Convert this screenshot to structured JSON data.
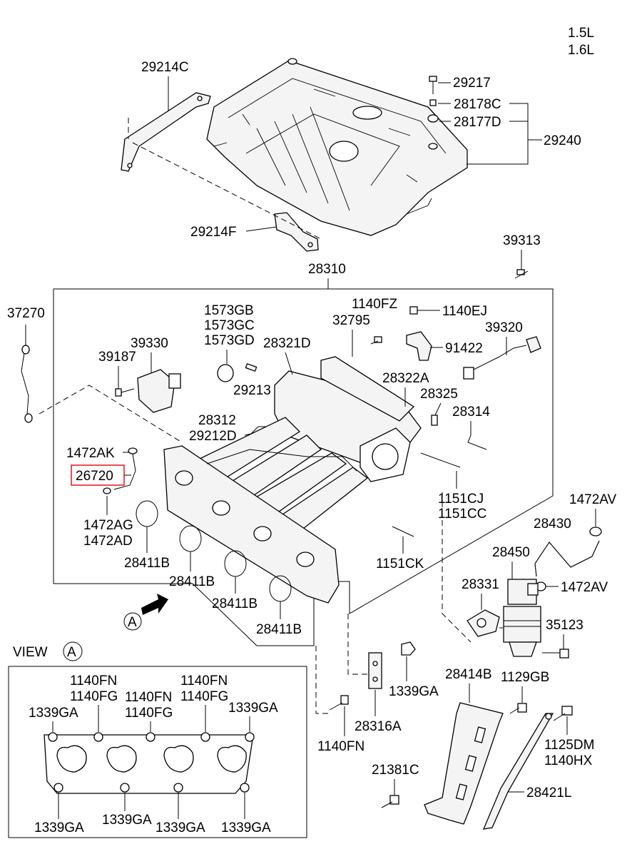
{
  "engine": [
    "1.5L",
    "1.6L"
  ],
  "highlight_color": "#e8101a",
  "view_title": "VIEW",
  "view_letter": "A",
  "arrow_letter": "A",
  "labels": {
    "l29214C": "29214C",
    "l29217": "29217",
    "l28178C": "28178C",
    "l28177D": "28177D",
    "l29240": "29240",
    "l29214F": "29214F",
    "l39313": "39313",
    "l28310": "28310",
    "l37270": "37270",
    "l1573GB": "1573GB",
    "l1573GC": "1573GC",
    "l1573GD": "1573GD",
    "l1140FZ": "1140FZ",
    "l1140EJ": "1140EJ",
    "l32795": "32795",
    "l39330": "39330",
    "l28321D": "28321D",
    "l91422": "91422",
    "l39320": "39320",
    "l39187": "39187",
    "l28322A": "28322A",
    "l29213": "29213",
    "l28325": "28325",
    "l28312": "28312",
    "l29212D": "29212D",
    "l28314": "28314",
    "l1472AK": "1472AK",
    "l26720": "26720",
    "l1151CJ": "1151CJ",
    "l1151CC": "1151CC",
    "l1472AV_a": "1472AV",
    "l1472AG": "1472AG",
    "l1472AD": "1472AD",
    "l28430": "28430",
    "l28411B_1": "28411B",
    "l28450": "28450",
    "l28411B_2": "28411B",
    "l1151CK": "1151CK",
    "l28331": "28331",
    "l1472AV_b": "1472AV",
    "l28411B_3": "28411B",
    "l35123": "35123",
    "l28411B_4": "28411B",
    "l1339GA_mid": "1339GA",
    "l28414B": "28414B",
    "l1129GB": "1129GB",
    "l28316A": "28316A",
    "l1140FN_mid": "1140FN",
    "l1125DM": "1125DM",
    "l1140HX": "1140HX",
    "l21381C": "21381C",
    "l28421L": "28421L"
  },
  "view_labels": {
    "v1140FN_a": "1140FN",
    "v1140FG_a": "1140FG",
    "v1140FN_b": "1140FN",
    "v1140FG_b": "1140FG",
    "v1140FN_c": "1140FN",
    "v1140FG_c": "1140FG",
    "v1339GA_tl": "1339GA",
    "v1339GA_tr": "1339GA",
    "v1339GA_b1": "1339GA",
    "v1339GA_b2": "1339GA",
    "v1339GA_b3": "1339GA",
    "v1339GA_b4": "1339GA"
  }
}
